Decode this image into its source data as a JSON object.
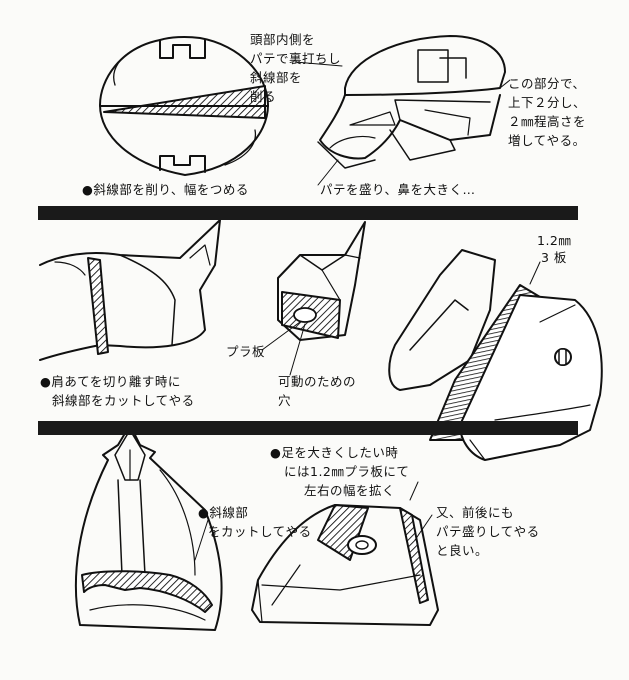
{
  "notes": {
    "head_inner": [
      "頭部内側を",
      "パテで裏打ちし",
      "斜線部を",
      "削る"
    ],
    "split_height": [
      "この部分で、",
      "上下２分し、",
      "２㎜程高さを",
      "増してやる。"
    ],
    "trim_hatched_width": "●斜線部を削り、幅をつめる",
    "putty_nose": "パテを盛り、鼻を大きく…",
    "plastic_thickness": [
      "1.2㎜",
      "3 板"
    ],
    "plastic_plate": "プラ板",
    "movable_hole": [
      "可動のための",
      "穴"
    ],
    "shoulder_cut": [
      "●肩あてを切り離す時に",
      "斜線部をカットしてやる"
    ],
    "foot_widen": [
      "●足を大きくしたい時",
      "には1.2㎜プラ板にて",
      "左右の幅を拡く"
    ],
    "hatched_cut": [
      "●斜線部",
      "をカットしてやる"
    ],
    "putty_front_back": [
      "又、前後にも",
      "パテ盛りしてやる",
      "と良い。"
    ]
  },
  "colors": {
    "ink": "#111111",
    "paper": "#fbfbf9"
  }
}
